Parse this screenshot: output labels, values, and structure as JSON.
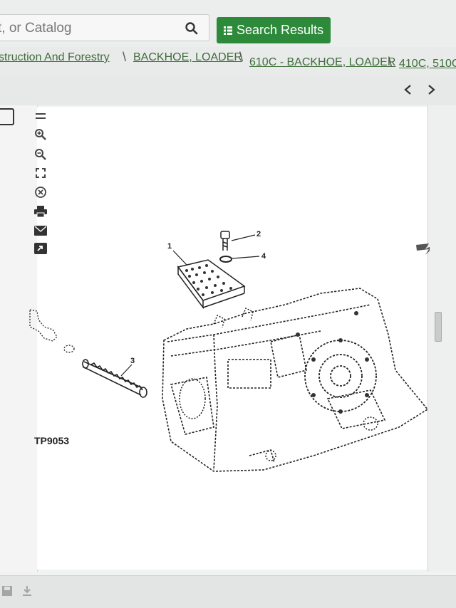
{
  "search": {
    "placeholder": "t, or Catalog",
    "button_label": "Search Results"
  },
  "breadcrumb": {
    "items": [
      "struction And Forestry",
      "BACKHOE, LOADER",
      "610C - BACKHOE, LOADER",
      "410C, 510C"
    ]
  },
  "diagram": {
    "figure_id": "TP9053",
    "callouts": [
      "1",
      "2",
      "3",
      "4"
    ]
  },
  "icons": {
    "search": "search-icon",
    "list": "list-icon",
    "prev": "chevron-left-icon",
    "next": "chevron-right-icon",
    "toolbar": [
      "menu-icon",
      "zoom-in-icon",
      "zoom-out-icon",
      "fit-screen-icon",
      "close-circle-icon",
      "print-icon",
      "email-icon",
      "export-icon"
    ]
  },
  "colors": {
    "accent": "#2d8a3a",
    "link": "#3f6d3b",
    "background": "#e9ebea"
  }
}
